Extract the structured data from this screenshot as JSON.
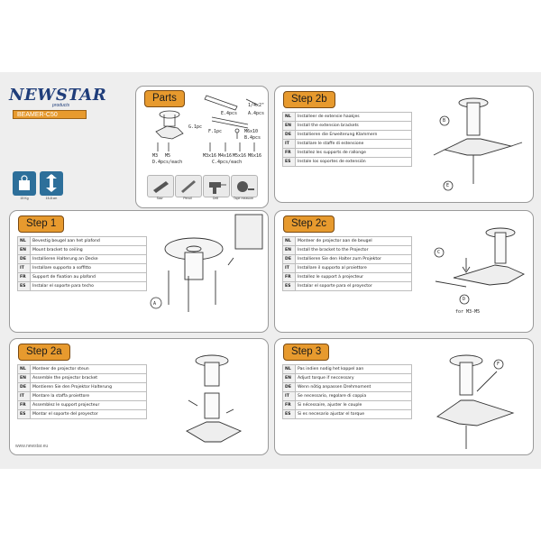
{
  "brand": {
    "logo": "NEWSTAR",
    "logo_sub": "products",
    "model": "BEAMER-C50",
    "website": "www.newstar.eu"
  },
  "specs": [
    {
      "caption": "15 Kg"
    },
    {
      "caption": "15-8 cm"
    }
  ],
  "parts": {
    "title": "Parts",
    "labels": {
      "g": "G.1pc",
      "e": "E.4pcs",
      "a": "A.4pcs",
      "a_size": "1/4x2\"",
      "f": "F.1pc",
      "b": "B.4pcs",
      "b_size": "M6x10",
      "d": "D.4pcs/each",
      "c": "C.4pcs/each",
      "m3": "M3",
      "m5": "M5",
      "m3x16": "M3x16",
      "m4x16": "M4x16",
      "m5x16": "M5x16",
      "m6x16": "M6x16"
    },
    "tools": [
      {
        "caption": "Saw"
      },
      {
        "caption": "Pencil"
      },
      {
        "caption": "Drill"
      },
      {
        "caption": "Tape measure"
      }
    ]
  },
  "step1": {
    "title": "Step 1",
    "rows": [
      {
        "code": "NL",
        "text": "Bevestig beugel aan het plafond"
      },
      {
        "code": "EN",
        "text": "Mount bracket to ceiling"
      },
      {
        "code": "DE",
        "text": "Installieren Halterung an Decke"
      },
      {
        "code": "IT",
        "text": "Installare supporto a soffitto"
      },
      {
        "code": "FR",
        "text": "Support de fixation au plafond"
      },
      {
        "code": "ES",
        "text": "Instalar el soporte para techo"
      }
    ],
    "callout": "A"
  },
  "step2a": {
    "title": "Step 2a",
    "rows": [
      {
        "code": "NL",
        "text": "Monteer de projector steun"
      },
      {
        "code": "EN",
        "text": "Assemble the projector bracket"
      },
      {
        "code": "DE",
        "text": "Montieren Sie den Projektor Halterung"
      },
      {
        "code": "IT",
        "text": "Montare la staffa proiettore"
      },
      {
        "code": "FR",
        "text": "Assemblez le support projecteur"
      },
      {
        "code": "ES",
        "text": "Montar el soporte del proyector"
      }
    ]
  },
  "step2b": {
    "title": "Step 2b",
    "rows": [
      {
        "code": "NL",
        "text": "Installeer de extensie haakjes"
      },
      {
        "code": "EN",
        "text": "Install the extension brackets"
      },
      {
        "code": "DE",
        "text": "Installieren die Erweiterung Klammern"
      },
      {
        "code": "IT",
        "text": "Installare le staffe di estensione"
      },
      {
        "code": "FR",
        "text": "Installez les supports de rallonge"
      },
      {
        "code": "ES",
        "text": "Instale los soportes de extensión"
      }
    ],
    "callouts": [
      "B",
      "E"
    ]
  },
  "step2c": {
    "title": "Step 2c",
    "rows": [
      {
        "code": "NL",
        "text": "Monteer de projector aan de beugel"
      },
      {
        "code": "EN",
        "text": "Install the bracket to the Projector"
      },
      {
        "code": "DE",
        "text": "Installieren Sie den Halter zum Projektor"
      },
      {
        "code": "IT",
        "text": "Installare il supporto al proiettore"
      },
      {
        "code": "FR",
        "text": "Installez le support à projecteur"
      },
      {
        "code": "ES",
        "text": "Instalar el soporte para el proyector"
      }
    ],
    "callouts": [
      "C",
      "D"
    ],
    "note": "for M3-M5"
  },
  "step3": {
    "title": "Step 3",
    "rows": [
      {
        "code": "NL",
        "text": "Pas indien nodig het koppel aan"
      },
      {
        "code": "EN",
        "text": "Adjust torque if neccessary"
      },
      {
        "code": "DE",
        "text": "Wenn nötig anpassen Drehmoment"
      },
      {
        "code": "IT",
        "text": "Se necessario, regolare di coppia"
      },
      {
        "code": "FR",
        "text": "Si nécessaire, ajuster le couple"
      },
      {
        "code": "ES",
        "text": "Si es necesario ajustar el torque"
      }
    ],
    "callout": "F"
  }
}
